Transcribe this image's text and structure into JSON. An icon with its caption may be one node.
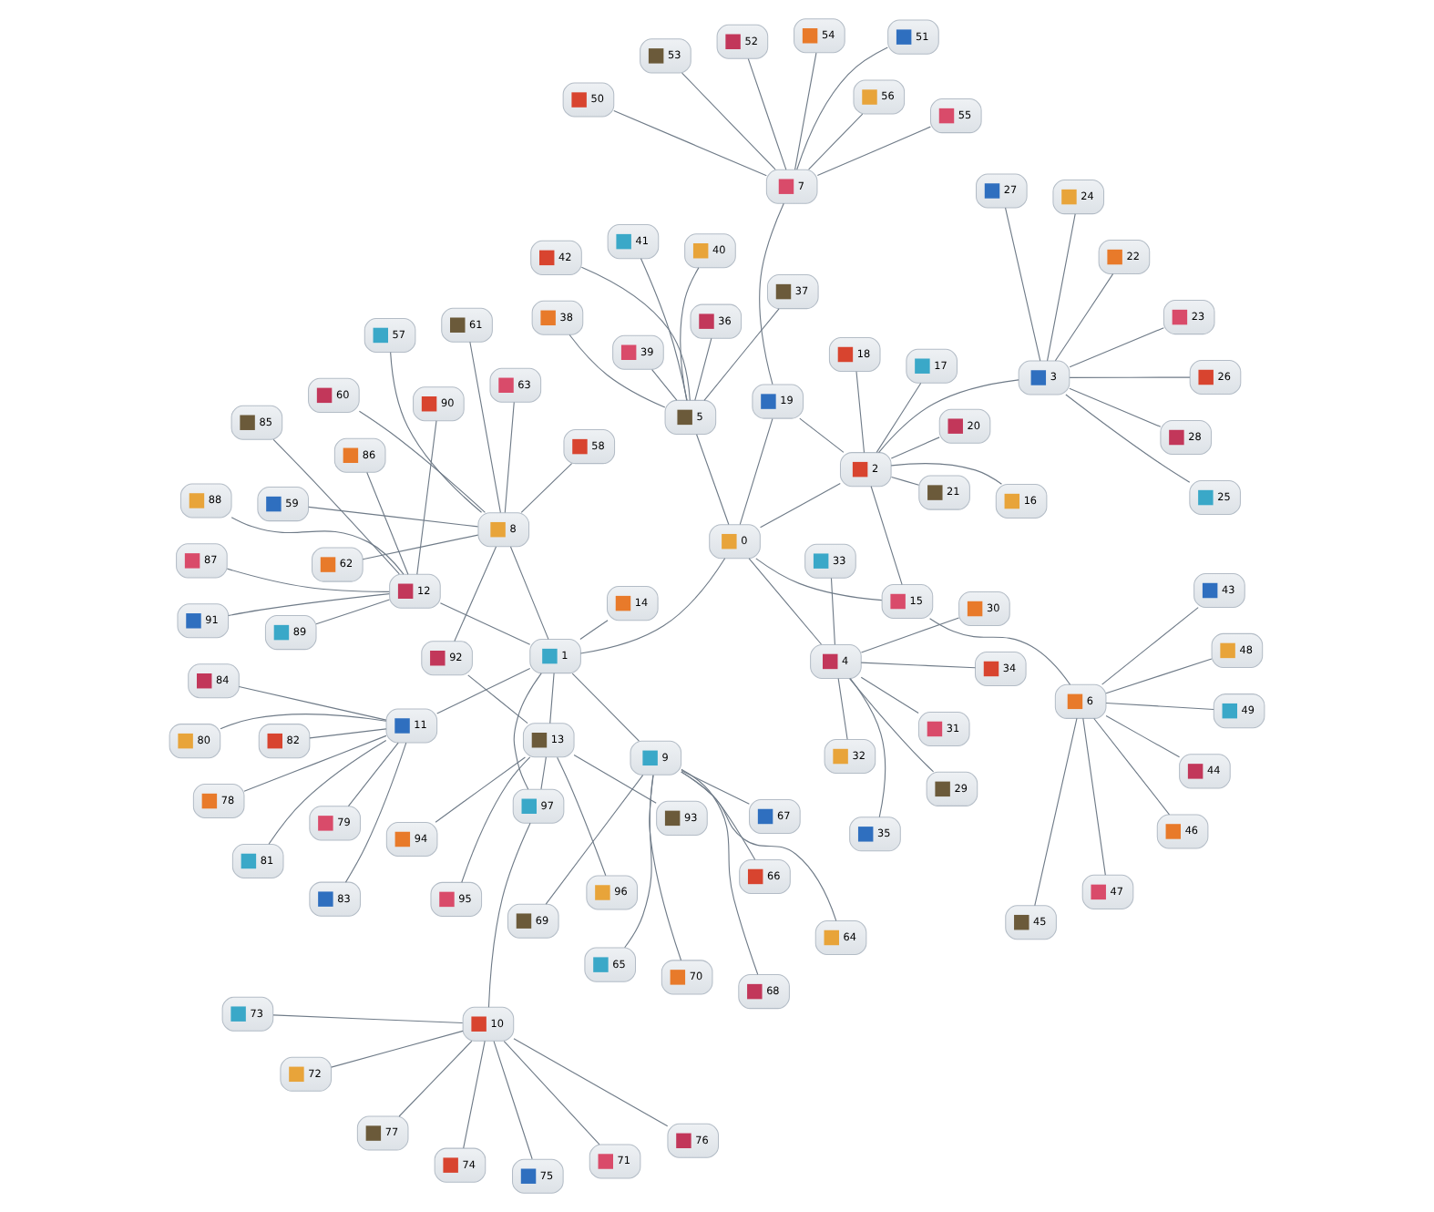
{
  "diagram": {
    "nodes": [
      {
        "text": [
          "0"
        ]
      },
      {
        "text": [
          "1"
        ]
      },
      {
        "text": [
          "2"
        ]
      },
      {
        "text": [
          "3"
        ]
      },
      {
        "text": [
          "4"
        ]
      },
      {
        "text": [
          "5"
        ]
      },
      {
        "text": [
          "6"
        ]
      },
      {
        "text": [
          "7"
        ]
      },
      {
        "text": [
          "8"
        ]
      },
      {
        "text": [
          "9"
        ]
      },
      {
        "text": [
          "10"
        ]
      },
      {
        "text": [
          "11"
        ]
      },
      {
        "text": [
          "12"
        ]
      },
      {
        "text": [
          "13"
        ]
      },
      {
        "text": [
          "14"
        ]
      },
      {
        "text": [
          "15"
        ]
      },
      {
        "text": [
          "16"
        ]
      },
      {
        "text": [
          "17"
        ]
      },
      {
        "text": [
          "18"
        ]
      },
      {
        "text": [
          "19"
        ]
      },
      {
        "text": [
          "20"
        ]
      },
      {
        "text": [
          "21"
        ]
      },
      {
        "text": [
          "22"
        ]
      },
      {
        "text": [
          "23"
        ]
      },
      {
        "text": [
          "24"
        ]
      },
      {
        "text": [
          "25"
        ]
      },
      {
        "text": [
          "26"
        ]
      },
      {
        "text": [
          "27"
        ]
      },
      {
        "text": [
          "28"
        ]
      },
      {
        "text": [
          "29"
        ]
      },
      {
        "text": [
          "30"
        ]
      },
      {
        "text": [
          "31"
        ]
      },
      {
        "text": [
          "32"
        ]
      },
      {
        "text": [
          "33"
        ]
      },
      {
        "text": [
          "34"
        ]
      },
      {
        "text": [
          "35"
        ]
      },
      {
        "text": [
          "36"
        ]
      },
      {
        "text": [
          "37"
        ]
      },
      {
        "text": [
          "38"
        ]
      },
      {
        "text": [
          "39"
        ]
      },
      {
        "text": [
          "40"
        ]
      },
      {
        "text": [
          "41"
        ]
      },
      {
        "text": [
          "42"
        ]
      },
      {
        "text": [
          "43"
        ]
      },
      {
        "text": [
          "44"
        ]
      },
      {
        "text": [
          "45"
        ]
      },
      {
        "text": [
          "46"
        ]
      },
      {
        "text": [
          "47"
        ]
      },
      {
        "text": [
          "48"
        ]
      },
      {
        "text": [
          "49"
        ]
      },
      {
        "text": [
          "50"
        ]
      },
      {
        "text": [
          "51"
        ]
      },
      {
        "text": [
          "52"
        ]
      },
      {
        "text": [
          "53"
        ]
      },
      {
        "text": [
          "54"
        ]
      },
      {
        "text": [
          "55"
        ]
      },
      {
        "text": [
          "56"
        ]
      },
      {
        "text": [
          "57"
        ]
      },
      {
        "text": [
          "58"
        ]
      },
      {
        "text": [
          "59"
        ]
      },
      {
        "text": [
          "60"
        ]
      },
      {
        "text": [
          "61"
        ]
      },
      {
        "text": [
          "62"
        ]
      },
      {
        "text": [
          "63"
        ]
      },
      {
        "text": [
          "64"
        ]
      },
      {
        "text": [
          "65"
        ]
      },
      {
        "text": [
          "66"
        ]
      },
      {
        "text": [
          "67"
        ]
      },
      {
        "text": [
          "68"
        ]
      },
      {
        "text": [
          "69"
        ]
      },
      {
        "text": [
          "70"
        ]
      },
      {
        "text": [
          "71"
        ]
      },
      {
        "text": [
          "72"
        ]
      },
      {
        "text": [
          "73"
        ]
      },
      {
        "text": [
          "74"
        ]
      },
      {
        "text": [
          "75"
        ]
      },
      {
        "text": [
          "76"
        ]
      },
      {
        "text": [
          "77"
        ]
      },
      {
        "text": [
          "78"
        ]
      },
      {
        "text": [
          "79"
        ]
      },
      {
        "text": [
          "80"
        ]
      },
      {
        "text": [
          "81"
        ]
      },
      {
        "text": [
          "82"
        ]
      },
      {
        "text": [
          "83"
        ]
      },
      {
        "text": [
          "84"
        ]
      },
      {
        "text": [
          "85"
        ]
      },
      {
        "text": [
          "86"
        ]
      },
      {
        "text": [
          "87"
        ]
      },
      {
        "text": [
          "88"
        ]
      },
      {
        "text": [
          "89"
        ]
      },
      {
        "text": [
          "90"
        ]
      },
      {
        "text": [
          "91"
        ]
      },
      {
        "text": [
          "92"
        ]
      },
      {
        "text": [
          "93"
        ]
      },
      {
        "text": [
          "94"
        ]
      },
      {
        "text": [
          "95"
        ]
      },
      {
        "text": [
          "96"
        ]
      },
      {
        "text": [
          "97"
        ]
      }
    ],
    "edges": [
      {
        "from": 0,
        "to": 1,
        "arrow": "none"
      },
      {
        "from": 0,
        "to": 2,
        "arrow": "none"
      },
      {
        "from": 0,
        "to": 4,
        "arrow": "none"
      },
      {
        "from": 0,
        "to": 5,
        "arrow": "none"
      },
      {
        "from": 0,
        "to": 15,
        "arrow": "none"
      },
      {
        "from": 0,
        "to": 19,
        "arrow": "none"
      },
      {
        "from": 2,
        "to": 3,
        "arrow": "none"
      },
      {
        "from": 2,
        "to": 15,
        "arrow": "none"
      },
      {
        "from": 2,
        "to": 16,
        "arrow": "none"
      },
      {
        "from": 2,
        "to": 17,
        "arrow": "none"
      },
      {
        "from": 2,
        "to": 18,
        "arrow": "none"
      },
      {
        "from": 2,
        "to": 21,
        "arrow": "none"
      },
      {
        "from": 2,
        "to": 19,
        "arrow": "none"
      },
      {
        "from": 2,
        "to": 20,
        "arrow": "none"
      },
      {
        "from": 19,
        "to": 7,
        "arrow": "none"
      },
      {
        "from": 7,
        "to": 50,
        "arrow": "none"
      },
      {
        "from": 7,
        "to": 51,
        "arrow": "none"
      },
      {
        "from": 7,
        "to": 52,
        "arrow": "none"
      },
      {
        "from": 7,
        "to": 53,
        "arrow": "none"
      },
      {
        "from": 7,
        "to": 54,
        "arrow": "none"
      },
      {
        "from": 7,
        "to": 55,
        "arrow": "none"
      },
      {
        "from": 7,
        "to": 56,
        "arrow": "none"
      },
      {
        "from": 3,
        "to": 22,
        "arrow": "none"
      },
      {
        "from": 3,
        "to": 23,
        "arrow": "none"
      },
      {
        "from": 3,
        "to": 24,
        "arrow": "none"
      },
      {
        "from": 3,
        "to": 25,
        "arrow": "none"
      },
      {
        "from": 3,
        "to": 26,
        "arrow": "none"
      },
      {
        "from": 3,
        "to": 27,
        "arrow": "none"
      },
      {
        "from": 3,
        "to": 28,
        "arrow": "none"
      },
      {
        "from": 5,
        "to": 36,
        "arrow": "none"
      },
      {
        "from": 5,
        "to": 37,
        "arrow": "none"
      },
      {
        "from": 5,
        "to": 38,
        "arrow": "none"
      },
      {
        "from": 5,
        "to": 39,
        "arrow": "none"
      },
      {
        "from": 5,
        "to": 40,
        "arrow": "none"
      },
      {
        "from": 5,
        "to": 41,
        "arrow": "none"
      },
      {
        "from": 5,
        "to": 42,
        "arrow": "none"
      },
      {
        "from": 6,
        "to": 15,
        "arrow": "none"
      },
      {
        "from": 6,
        "to": 43,
        "arrow": "none"
      },
      {
        "from": 6,
        "to": 44,
        "arrow": "none"
      },
      {
        "from": 6,
        "to": 45,
        "arrow": "none"
      },
      {
        "from": 6,
        "to": 46,
        "arrow": "none"
      },
      {
        "from": 6,
        "to": 47,
        "arrow": "none"
      },
      {
        "from": 6,
        "to": 48,
        "arrow": "none"
      },
      {
        "from": 6,
        "to": 49,
        "arrow": "none"
      },
      {
        "from": 4,
        "to": 29,
        "arrow": "none"
      },
      {
        "from": 4,
        "to": 30,
        "arrow": "none"
      },
      {
        "from": 4,
        "to": 31,
        "arrow": "none"
      },
      {
        "from": 4,
        "to": 32,
        "arrow": "none"
      },
      {
        "from": 4,
        "to": 33,
        "arrow": "none"
      },
      {
        "from": 4,
        "to": 34,
        "arrow": "none"
      },
      {
        "from": 4,
        "to": 35,
        "arrow": "none"
      },
      {
        "from": 1,
        "to": 8,
        "arrow": "none"
      },
      {
        "from": 1,
        "to": 9,
        "arrow": "none"
      },
      {
        "from": 1,
        "to": 11,
        "arrow": "none"
      },
      {
        "from": 1,
        "to": 12,
        "arrow": "none"
      },
      {
        "from": 1,
        "to": 13,
        "arrow": "none"
      },
      {
        "from": 1,
        "to": 14,
        "arrow": "none"
      },
      {
        "from": 1,
        "to": 97,
        "arrow": "none"
      },
      {
        "from": 9,
        "to": 64,
        "arrow": "none"
      },
      {
        "from": 9,
        "to": 65,
        "arrow": "none"
      },
      {
        "from": 9,
        "to": 66,
        "arrow": "none"
      },
      {
        "from": 9,
        "to": 67,
        "arrow": "none"
      },
      {
        "from": 9,
        "to": 68,
        "arrow": "none"
      },
      {
        "from": 9,
        "to": 69,
        "arrow": "none"
      },
      {
        "from": 9,
        "to": 70,
        "arrow": "none"
      },
      {
        "from": 12,
        "to": 85,
        "arrow": "none"
      },
      {
        "from": 12,
        "to": 86,
        "arrow": "none"
      },
      {
        "from": 12,
        "to": 87,
        "arrow": "none"
      },
      {
        "from": 12,
        "to": 88,
        "arrow": "none"
      },
      {
        "from": 12,
        "to": 89,
        "arrow": "none"
      },
      {
        "from": 12,
        "to": 90,
        "arrow": "none"
      },
      {
        "from": 12,
        "to": 91,
        "arrow": "none"
      },
      {
        "from": 8,
        "to": 57,
        "arrow": "none"
      },
      {
        "from": 8,
        "to": 58,
        "arrow": "none"
      },
      {
        "from": 8,
        "to": 59,
        "arrow": "none"
      },
      {
        "from": 8,
        "to": 60,
        "arrow": "none"
      },
      {
        "from": 8,
        "to": 61,
        "arrow": "none"
      },
      {
        "from": 8,
        "to": 62,
        "arrow": "none"
      },
      {
        "from": 8,
        "to": 63,
        "arrow": "none"
      },
      {
        "from": 8,
        "to": 92,
        "arrow": "none"
      },
      {
        "from": 13,
        "to": 92,
        "arrow": "none"
      },
      {
        "from": 13,
        "to": 93,
        "arrow": "none"
      },
      {
        "from": 13,
        "to": 94,
        "arrow": "none"
      },
      {
        "from": 13,
        "to": 95,
        "arrow": "none"
      },
      {
        "from": 13,
        "to": 96,
        "arrow": "none"
      },
      {
        "from": 13,
        "to": 97,
        "arrow": "none"
      },
      {
        "from": 97,
        "to": 10,
        "arrow": "none"
      },
      {
        "from": 10,
        "to": 71,
        "arrow": "none"
      },
      {
        "from": 10,
        "to": 72,
        "arrow": "none"
      },
      {
        "from": 10,
        "to": 73,
        "arrow": "none"
      },
      {
        "from": 10,
        "to": 74,
        "arrow": "none"
      },
      {
        "from": 10,
        "to": 75,
        "arrow": "none"
      },
      {
        "from": 10,
        "to": 76,
        "arrow": "none"
      },
      {
        "from": 10,
        "to": 77,
        "arrow": "none"
      },
      {
        "from": 11,
        "to": 78,
        "arrow": "none"
      },
      {
        "from": 11,
        "to": 79,
        "arrow": "none"
      },
      {
        "from": 11,
        "to": 80,
        "arrow": "none"
      },
      {
        "from": 11,
        "to": 81,
        "arrow": "none"
      },
      {
        "from": 11,
        "to": 82,
        "arrow": "none"
      },
      {
        "from": 11,
        "to": 83,
        "arrow": "none"
      },
      {
        "from": 11,
        "to": 84,
        "arrow": "none"
      }
    ]
  }
}
